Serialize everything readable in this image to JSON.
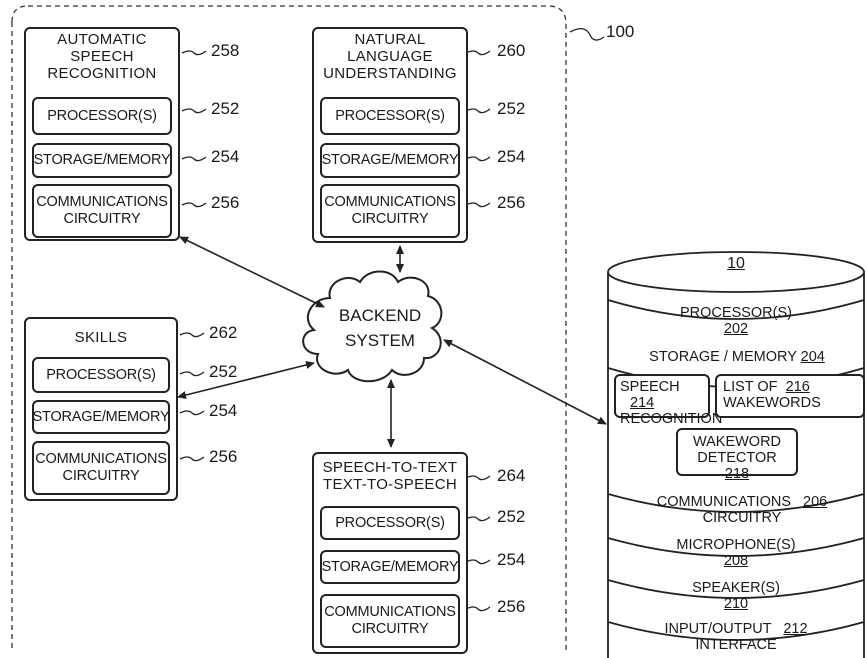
{
  "system_ref": "100",
  "backend_label": [
    "BACKEND",
    "SYSTEM"
  ],
  "inner_labels": {
    "processor": "PROCESSOR(S)",
    "storage": "STORAGE/MEMORY",
    "comm_line1": "COMMUNICATIONS",
    "comm_line2": "CIRCUITRY"
  },
  "inner_refs": {
    "processor": "252",
    "storage": "254",
    "comm": "256"
  },
  "modules": {
    "asr": {
      "title": [
        "AUTOMATIC",
        "SPEECH",
        "RECOGNITION"
      ],
      "ref": "258"
    },
    "nlu": {
      "title": [
        "NATURAL",
        "LANGUAGE",
        "UNDERSTANDING"
      ],
      "ref": "260"
    },
    "skills": {
      "title": [
        "SKILLS"
      ],
      "ref": "262"
    },
    "tts": {
      "title": [
        "SPEECH-TO-TEXT",
        "TEXT-TO-SPEECH"
      ],
      "ref": "264"
    }
  },
  "device": {
    "ref": "10",
    "processor": {
      "label": "PROCESSOR(S)",
      "ref": "202"
    },
    "storage": {
      "label": "STORAGE / MEMORY",
      "ref": "204"
    },
    "speech_recognition": {
      "line1": "SPEECH",
      "line2": "RECOGNITION",
      "ref": "214"
    },
    "wakewords": {
      "line1": "LIST OF",
      "line2": "WAKEWORDS",
      "ref": "216"
    },
    "wakeword_detector": {
      "line1": "WAKEWORD",
      "line2": "DETECTOR",
      "ref": "218"
    },
    "communications": {
      "line1": "COMMUNICATIONS",
      "line2": "CIRCUITRY",
      "ref": "206"
    },
    "microphone": {
      "label": "MICROPHONE(S)",
      "ref": "208"
    },
    "speaker": {
      "label": "SPEAKER(S)",
      "ref": "210"
    },
    "io": {
      "line1": "INPUT/OUTPUT",
      "line2": "INTERFACE",
      "ref": "212"
    }
  }
}
